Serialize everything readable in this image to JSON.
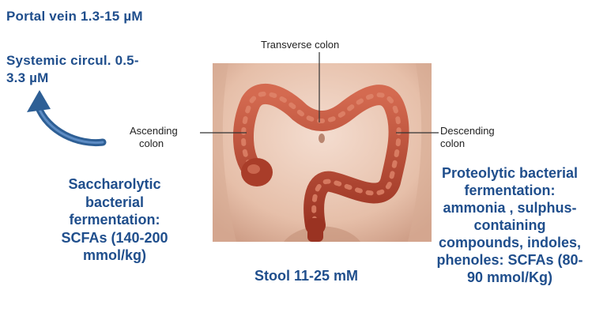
{
  "left_text": {
    "portal": "Portal vein 1.3-15 µM",
    "systemic_line1": "Systemic circul. 0.5-",
    "systemic_line2": "3.3 µM"
  },
  "saccharolytic": {
    "lines": [
      "Saccharolytic",
      "bacterial",
      "fermentation:",
      "SCFAs (140-200",
      "mmol/kg)"
    ]
  },
  "proteolytic": {
    "lines": [
      "Proteolytic bacterial",
      "fermentation:",
      "ammonia , sulphus-",
      "containing",
      "compounds, indoles,",
      "phenoles: SCFAs (80-",
      "90 mmol/Kg)"
    ]
  },
  "stool": "Stool 11-25 mM",
  "labels": {
    "transverse": "Transverse colon",
    "ascending_line1": "Ascending",
    "ascending_line2": "colon",
    "descending_line1": "Descending",
    "descending_line2": "colon"
  },
  "icons": {
    "curved_arrow": "curved-arrow-icon",
    "colon_illustration": "colon-anatomy-illustration"
  },
  "colors": {
    "text_blue": "#1f4e8c",
    "skin": "#e9c7b4",
    "colon": "#b5442f",
    "arrow": "#2e5f95"
  }
}
